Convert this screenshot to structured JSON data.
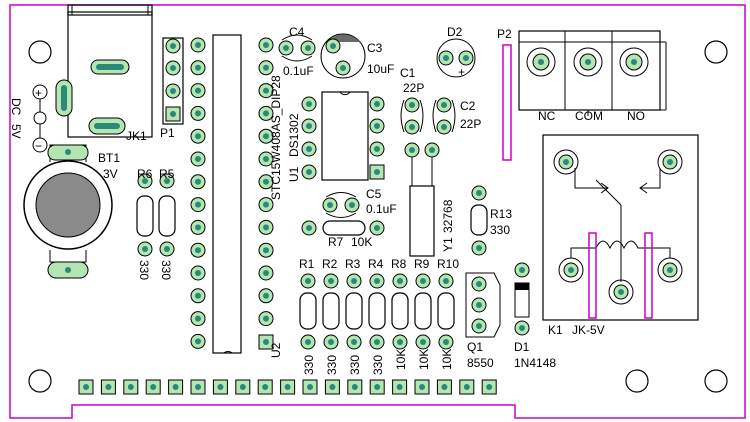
{
  "colors": {
    "board_outline": "#cc00cc",
    "pad_fill": "#b3e6b3",
    "pad_hole": "#2a8a7a",
    "silkscreen": "#000000"
  },
  "labels": {
    "jk1": "JK1",
    "dc": "DC",
    "v5": "5V",
    "plus": "+",
    "minus": "−",
    "p1": "P1",
    "bt1": "BT1",
    "bt1_v": "3V",
    "r6": "R6",
    "r5": "R5",
    "r6_val": "330",
    "r5_val": "330",
    "c4": "C4",
    "c4_val": "0.1uF",
    "c3": "C3",
    "c3_val": "10uF",
    "d2": "D2",
    "p2": "P2",
    "nc": "NC",
    "com": "COM",
    "no": "NO",
    "c1": "C1",
    "c1_val": "22P",
    "c2": "C2",
    "c2_val": "22P",
    "ds1302": "DS1302",
    "u1": "U1",
    "c5": "C5",
    "c5_val": "0.1uF",
    "r7": "R7",
    "r7_val": "10K",
    "y1": "Y1",
    "y1_val": "32768",
    "r13": "R13",
    "r13_val": "330",
    "mcu": "STC15W408AS_DIP28",
    "u2": "U2",
    "r1": "R1",
    "r2": "R2",
    "r3": "R3",
    "r4": "R4",
    "r8": "R8",
    "r9": "R9",
    "r10": "R10",
    "r1_val": "330",
    "r2_val": "330",
    "r3_val": "330",
    "r4_val": "330",
    "r8_val": "10K",
    "r9_val": "10K",
    "r10_val": "10K",
    "q1": "Q1",
    "q1_val": "8550",
    "d1": "D1",
    "d1_val": "1N4148",
    "k1": "K1",
    "k1_val": "JK-5V"
  }
}
